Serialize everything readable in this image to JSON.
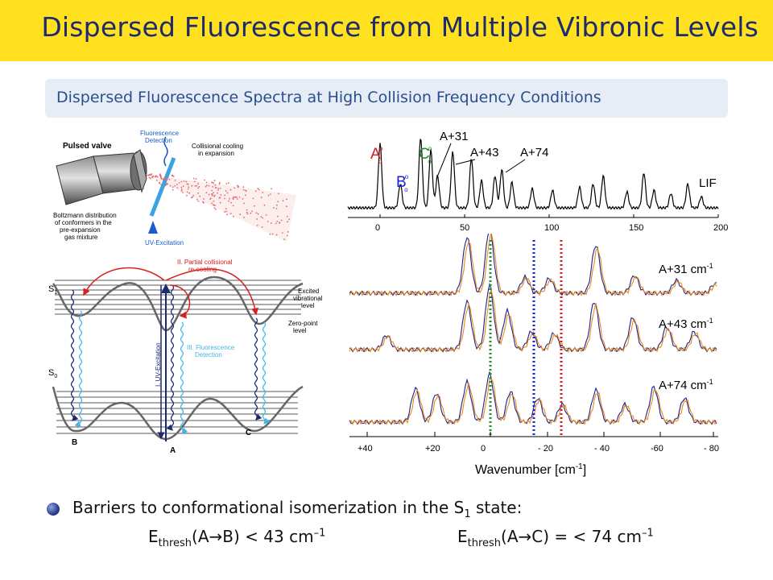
{
  "header": {
    "title": "Dispersed Fluorescence from Multiple Vibronic Levels"
  },
  "subtitle": "Dispersed Fluorescence Spectra at High Collision Frequency Conditions",
  "apparatus": {
    "pulsed_valve": "Pulsed valve",
    "fluorescence_detection": [
      "Fluorescence",
      "Detection"
    ],
    "collisional_cooling": [
      "Collisional cooling",
      "in expansion"
    ],
    "boltzmann": [
      "Boltzmann distribution",
      "of conformers in the",
      "pre-expansion",
      "gas mixture"
    ],
    "uv_excitation": "UV-Excitation"
  },
  "energy_diagram": {
    "s1": "S",
    "s1_sub": "1",
    "s0": "S",
    "s0_sub": "0",
    "partial_recooling": [
      "II. Partial collisional",
      "re-cooling"
    ],
    "excited_level": [
      "Excited",
      "vibrational",
      "level"
    ],
    "zero_point": [
      "Zero-point",
      "level"
    ],
    "uv_excitation": "I. UV-Excitation",
    "fluorescence_detection": [
      "III. Fluorescence",
      "Detection"
    ],
    "wells": [
      "B",
      "A",
      "C"
    ]
  },
  "lif_spectrum": {
    "x_ticks": [
      "0",
      "50",
      "100",
      "150",
      "200"
    ],
    "peak_labels": {
      "a0": "A",
      "b0": "B",
      "c0": "C",
      "sup": "o",
      "sub": "o",
      "a31": "A+31",
      "a43": "A+43",
      "a74": "A+74"
    },
    "lif_label": "LIF"
  },
  "dispersed_spectra": {
    "series_labels": [
      "A+31 cm",
      "A+43 cm",
      "A+74 cm"
    ],
    "unit_sup": "-1",
    "x_ticks": [
      "+40",
      "+20",
      "0",
      "- 20",
      "- 40",
      "-60",
      "- 80"
    ],
    "xlabel": "Wavenumber [cm",
    "xlabel_sup": "-1",
    "xlabel_end": "]",
    "trace_colors": {
      "navy": "#1f1f8f",
      "orange": "#e38b1e"
    },
    "marker_colors": {
      "green": "#1b8f2a",
      "blue": "#1a1fd6",
      "red": "#d11a1a"
    }
  },
  "bullet": {
    "text_before": "Barriers to conformational isomerization in the S",
    "text_sub": "1",
    "text_after": " state:",
    "eq1_e": "E",
    "eq1_sub": "thresh",
    "eq1_rest": "(A→B) < 43 cm",
    "eq1_sup": "–1",
    "eq2_e": "E",
    "eq2_sub": "thresh",
    "eq2_rest": "(A→C) = < 74 cm",
    "eq2_sup": "–1"
  }
}
